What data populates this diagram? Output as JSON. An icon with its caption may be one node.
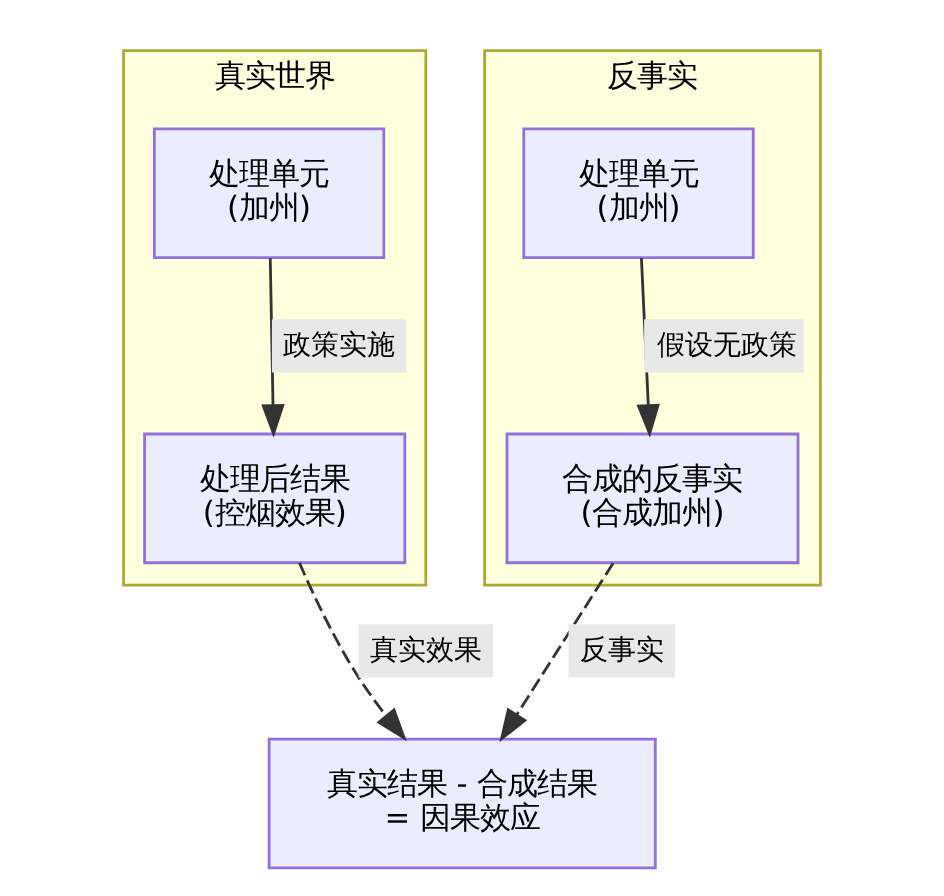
{
  "diagram": {
    "nodes": [
      {
        "text": [
          "真实世界"
        ]
      },
      {
        "text": [
          "处理单元",
          "(加州)"
        ],
        "in": 0
      },
      {
        "text": [
          "处理后结果",
          "(控烟效果)"
        ],
        "in": 0
      },
      {
        "text": [
          "反事实"
        ]
      },
      {
        "text": [
          "处理单元",
          "(加州)"
        ],
        "in": 3
      },
      {
        "text": [
          "合成的反事实",
          "(合成加州)"
        ],
        "in": 3
      },
      {
        "text": [
          "真实结果 - 合成结果",
          "= 因果效应"
        ]
      }
    ],
    "edges": [
      {
        "from": 1,
        "to": 2,
        "arrow": "to",
        "label": "政策实施"
      },
      {
        "from": 4,
        "to": 5,
        "arrow": "to",
        "label": "假设无政策"
      },
      {
        "from": 2,
        "to": 6,
        "arrow": "to",
        "label": "真实效果",
        "style": "dashed"
      },
      {
        "from": 5,
        "to": 6,
        "arrow": "to",
        "label": "反事实",
        "style": "dashed"
      }
    ]
  }
}
